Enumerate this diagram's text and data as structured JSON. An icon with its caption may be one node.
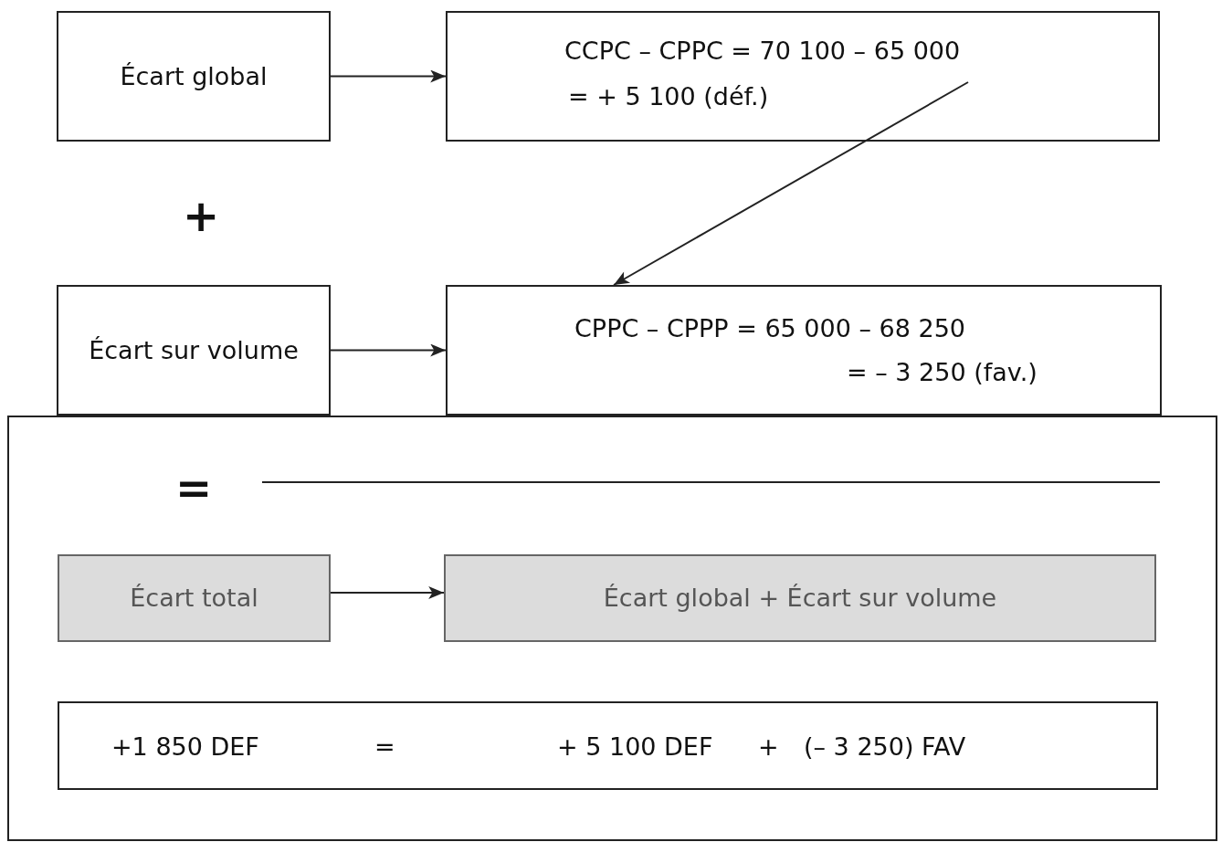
{
  "diagram": {
    "nodes": [
      {
        "text": [
          "Écart global"
        ]
      },
      {
        "text": [
          "CCPC – CPPC = 70 100 – 65 000",
          "= + 5 100 (déf.)"
        ]
      },
      {
        "text": [
          "Écart sur volume"
        ]
      },
      {
        "text": [
          "CPPC – CPPP = 65 000 – 68 250",
          "= – 3 250 (fav.)"
        ]
      },
      {
        "text": [],
        "shape": "box"
      },
      {
        "text": [
          "Écart total"
        ],
        "in": 4
      },
      {
        "text": [
          "Écart global + Écart sur volume"
        ],
        "in": 4
      },
      {
        "text": [
          "+1 850 DEF",
          "=",
          "+ 5 100 DEF",
          "+",
          "(– 3 250) FAV"
        ],
        "in": 4
      }
    ],
    "edges": [
      {
        "from": 0,
        "to": 1,
        "arrow": "to"
      },
      {
        "from": 1,
        "to": 3,
        "arrow": "to"
      },
      {
        "from": 2,
        "to": 3,
        "arrow": "to"
      },
      {
        "from": 5,
        "to": 6,
        "arrow": "to"
      }
    ],
    "labels": [
      "+",
      "="
    ]
  }
}
